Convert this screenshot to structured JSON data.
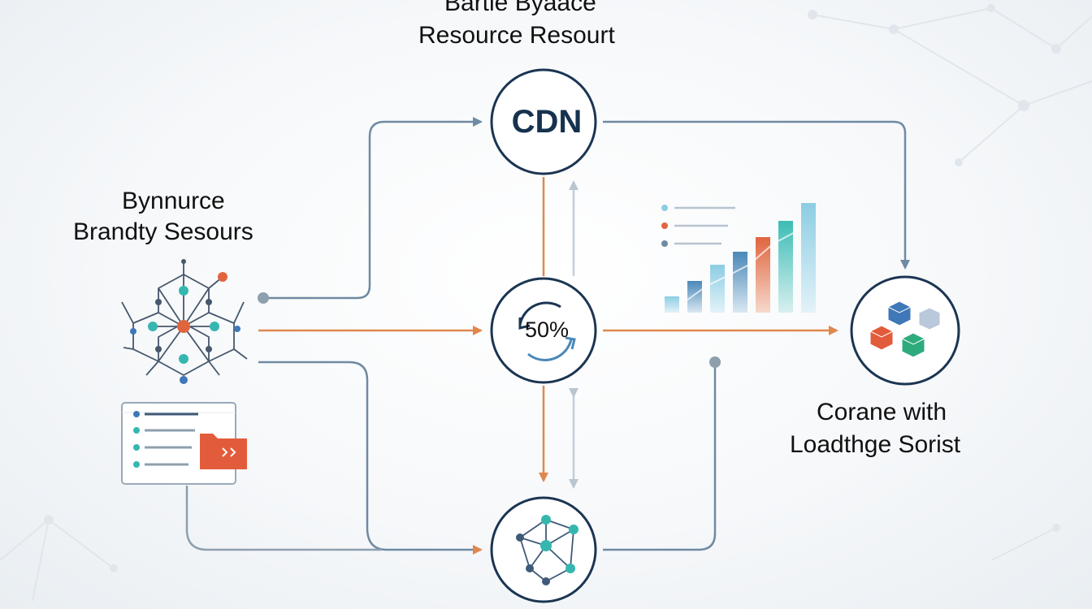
{
  "diagram": {
    "top_title": [
      "Bartle Byaace",
      "Resource Resourt"
    ],
    "left_title": [
      "Bynnurce",
      "Brandty Sesours"
    ],
    "right_title": [
      "Corane with",
      "Loadthge Sorist"
    ],
    "cdn_node": {
      "label": "CDN"
    },
    "progress_node": {
      "label": "50%",
      "value": 0.5
    },
    "colors": {
      "navy": "#1b3552",
      "orange": "#e0874e",
      "steel": "#6f8aa2",
      "teal": "#35b7b0",
      "red_orange": "#e25c3c",
      "light_blue": "#9fd3e6"
    },
    "icons": [
      "hex-network-icon",
      "document-list-icon",
      "folder-icon",
      "cubes-icon",
      "network-graph-icon",
      "bar-chart-icon",
      "refresh-arrows-icon"
    ]
  }
}
